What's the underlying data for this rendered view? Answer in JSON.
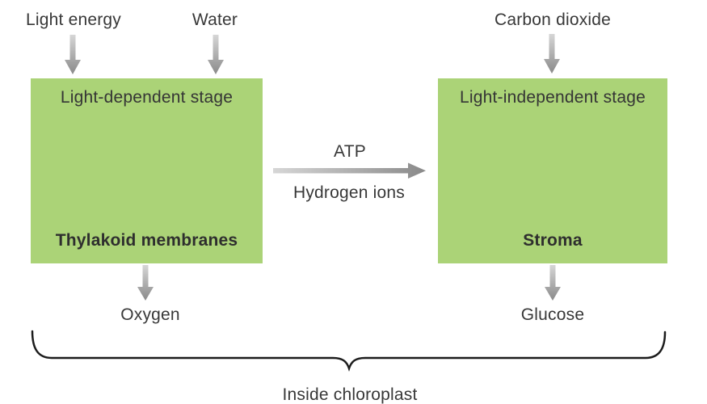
{
  "diagram": {
    "inputs": [
      {
        "label": "Light energy"
      },
      {
        "label": "Water"
      },
      {
        "label": "Carbon dioxide"
      }
    ],
    "boxes": [
      {
        "title": "Light-dependent stage",
        "location": "Thylakoid membranes",
        "output": "Oxygen"
      },
      {
        "title": "Light-independent stage",
        "location": "Stroma",
        "output": "Glucose"
      }
    ],
    "transfer": {
      "top": "ATP",
      "bottom": "Hydrogen ions"
    },
    "caption": "Inside chloroplast",
    "colors": {
      "box_green": "#abd377",
      "text": "#383838",
      "arrow_light": "#d6d6d6",
      "arrow_dark": "#8a8a8a",
      "brace": "#1c1c1c"
    }
  }
}
